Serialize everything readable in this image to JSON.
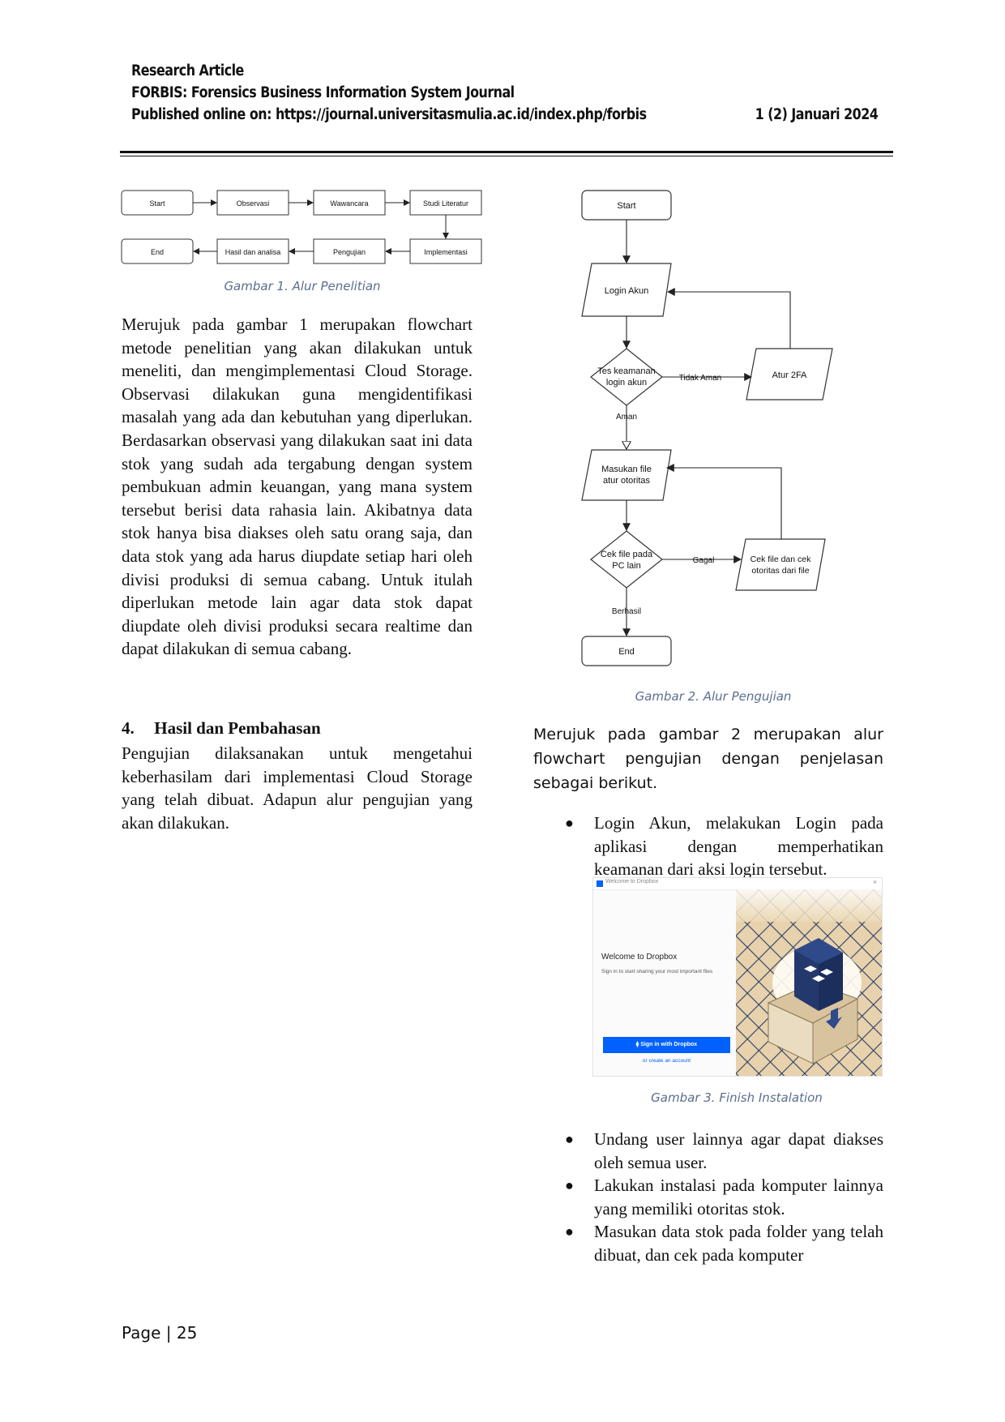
{
  "header": {
    "line1": "Research Article",
    "line2": "FORBIS: Forensics Business Information System Journal",
    "line3": "Published online on: https://journal.universitasmulia.ac.id/index.php/forbis",
    "issue": "1 (2) Januari 2024"
  },
  "figure1": {
    "nodes": [
      "Start",
      "Observasi",
      "Wawancara",
      "Studi Literatur",
      "End",
      "Hasil dan analisa",
      "Pengujian",
      "Implementasi"
    ],
    "caption": "Gambar 1. Alur Penelitian"
  },
  "left_para": "Merujuk pada gambar 1 merupakan flowchart metode penelitian yang akan dilakukan untuk meneliti, dan mengimplementasi Cloud Storage. Observasi dilakukan guna mengidentifikasi masalah yang ada dan kebutuhan yang diperlukan. Berdasarkan observasi yang dilakukan saat ini data stok yang sudah ada tergabung dengan system pembukuan admin keuangan, yang mana system tersebut berisi data rahasia lain. Akibatnya data stok hanya bisa diakses oleh satu orang saja, dan data stok yang ada harus diupdate setiap hari oleh divisi produksi di semua cabang. Untuk itulah diperlukan metode lain agar data stok dapat diupdate oleh divisi produksi secara realtime dan dapat dilakukan di semua cabang.",
  "section4": {
    "number": "4.",
    "title": "Hasil dan Pembahasan",
    "para": "Pengujian dilaksanakan untuk mengetahui keberhasilam dari implementasi Cloud Storage yang telah dibuat. Adapun alur pengujian yang akan dilakukan."
  },
  "figure2": {
    "start": "Start",
    "login": "Login Akun",
    "tes_line1": "Tes keamanan",
    "tes_line2": "login akun",
    "tidak_aman": "Tidak Aman",
    "atur": "Atur 2FA",
    "aman": "Aman",
    "masukan_line1": "Masukan file",
    "masukan_line2": "atur otoritas",
    "cek_line1": "Cek file pada",
    "cek_line2": "PC lain",
    "gagal": "Gagal",
    "cekfile_line1": "Cek file dan cek",
    "cekfile_line2": "otoritas dari file",
    "berhasil": "Berhasil",
    "end": "End",
    "caption": "Gambar 2. Alur Pengujian"
  },
  "right_para": "Merujuk pada gambar 2 merupakan alur flowchart pengujian dengan penjelasan sebagai berikut.",
  "bullets_a": [
    "Login Akun, melakukan Login pada aplikasi dengan memperhatikan keamanan dari aksi login tersebut."
  ],
  "figure3": {
    "window_title": "Welcome to Dropbox",
    "heading": "Welcome to Dropbox",
    "subtitle": "Sign in to start sharing your most important files",
    "button": "Sign in with Dropbox",
    "link": "or create an account",
    "caption": "Gambar 3. Finish Instalation"
  },
  "bullets_b": [
    "Undang user lainnya agar dapat diakses oleh semua user.",
    "Lakukan instalasi pada komputer lainnya yang memiliki otoritas stok.",
    "Masukan data stok pada folder yang telah dibuat, dan cek pada komputer"
  ],
  "footer": {
    "label": "Page",
    "separator": "|",
    "number": "25"
  }
}
